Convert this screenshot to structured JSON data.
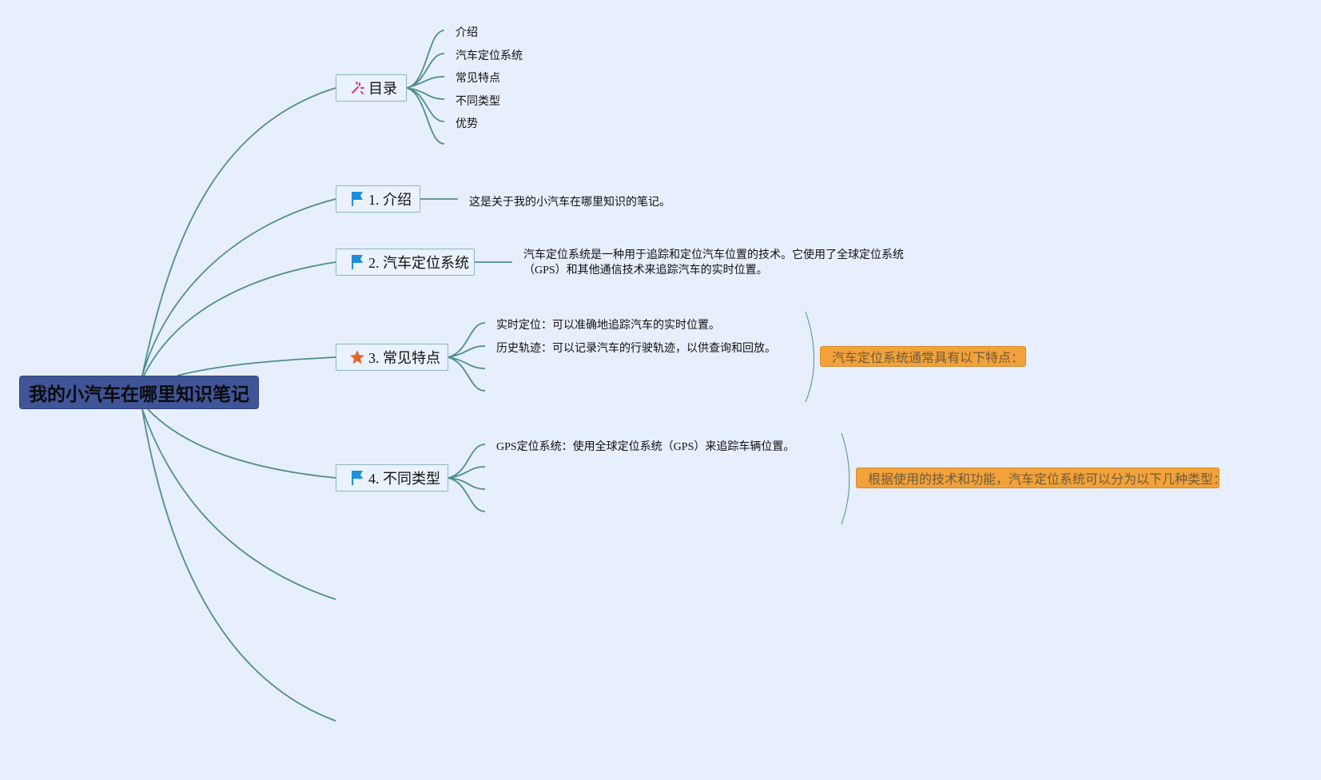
{
  "root": {
    "title": "我的小汽车在哪里知识笔记"
  },
  "topics": {
    "toc": {
      "label": "目录",
      "icon": "magic-wand-icon"
    },
    "intro": {
      "label": "1. 介绍",
      "icon": "flag-icon"
    },
    "gps": {
      "label": "2. 汽车定位系统",
      "icon": "flag-icon"
    },
    "features": {
      "label": "3. 常见特点",
      "icon": "star-icon"
    },
    "types": {
      "label": "4. 不同类型",
      "icon": "flag-icon"
    }
  },
  "toc_items": [
    "介绍",
    "汽车定位系统",
    "常见特点",
    "不同类型",
    "优势"
  ],
  "intro_note": "这是关于我的小汽车在哪里知识的笔记。",
  "gps_note": {
    "line1": "汽车定位系统是一种用于追踪和定位汽车位置的技术。它使用了全球定位系统",
    "line2": "（GPS）和其他通信技术来追踪汽车的实时位置。"
  },
  "features_items": [
    "实时定位：可以准确地追踪汽车的实时位置。",
    "历史轨迹：可以记录汽车的行驶轨迹，以供查询和回放。"
  ],
  "features_summary": "汽车定位系统通常具有以下特点：",
  "types_items": [
    "GPS定位系统：使用全球定位系统（GPS）来追踪车辆位置。"
  ],
  "types_summary": "根据使用的技术和功能，汽车定位系统可以分为以下几种类型：",
  "colors": {
    "background": "#e6effb",
    "line": "#4e8e8e",
    "root_fill": "#3f5597",
    "summary_fill": "#f2a23a",
    "flag": "#1c8fdb",
    "star": "#e8632a",
    "wand": "#e8367a"
  }
}
